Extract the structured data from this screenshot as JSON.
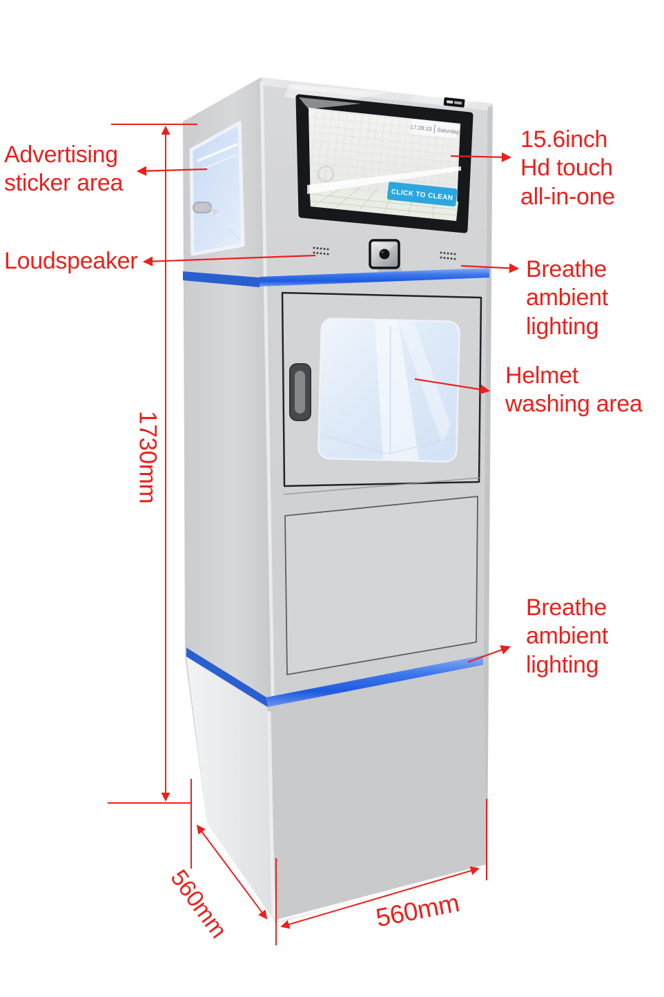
{
  "annotations": {
    "advertising_sticker_area": {
      "lines": [
        "Advertising",
        "sticker area"
      ]
    },
    "loudspeaker": {
      "lines": [
        "Loudspeaker"
      ]
    },
    "touch_all_in_one": {
      "lines": [
        "15.6inch",
        "Hd touch",
        "all-in-one"
      ]
    },
    "breathe_ambient_top": {
      "lines": [
        "Breathe",
        "ambient",
        "lighting"
      ]
    },
    "helmet_washing_area": {
      "lines": [
        "Helmet",
        "washing area"
      ]
    },
    "breathe_ambient_bottom": {
      "lines": [
        "Breathe",
        "ambient",
        "lighting"
      ]
    }
  },
  "dimensions": {
    "height_label": "1730mm",
    "depth_label": "560mm",
    "width_label": "560mm"
  },
  "kiosk_screen": {
    "time": "17:28:13",
    "day": "Saturday",
    "button_label": "CLICK TO CLEAN"
  },
  "colors": {
    "annotation_red": "#ed1f1b",
    "led_strip_blue": "#2b6be8",
    "screen_button_blue": "#2ba6de",
    "cabinet_gray": "#d4d5d7",
    "glass_blue": "#dce8f7"
  }
}
